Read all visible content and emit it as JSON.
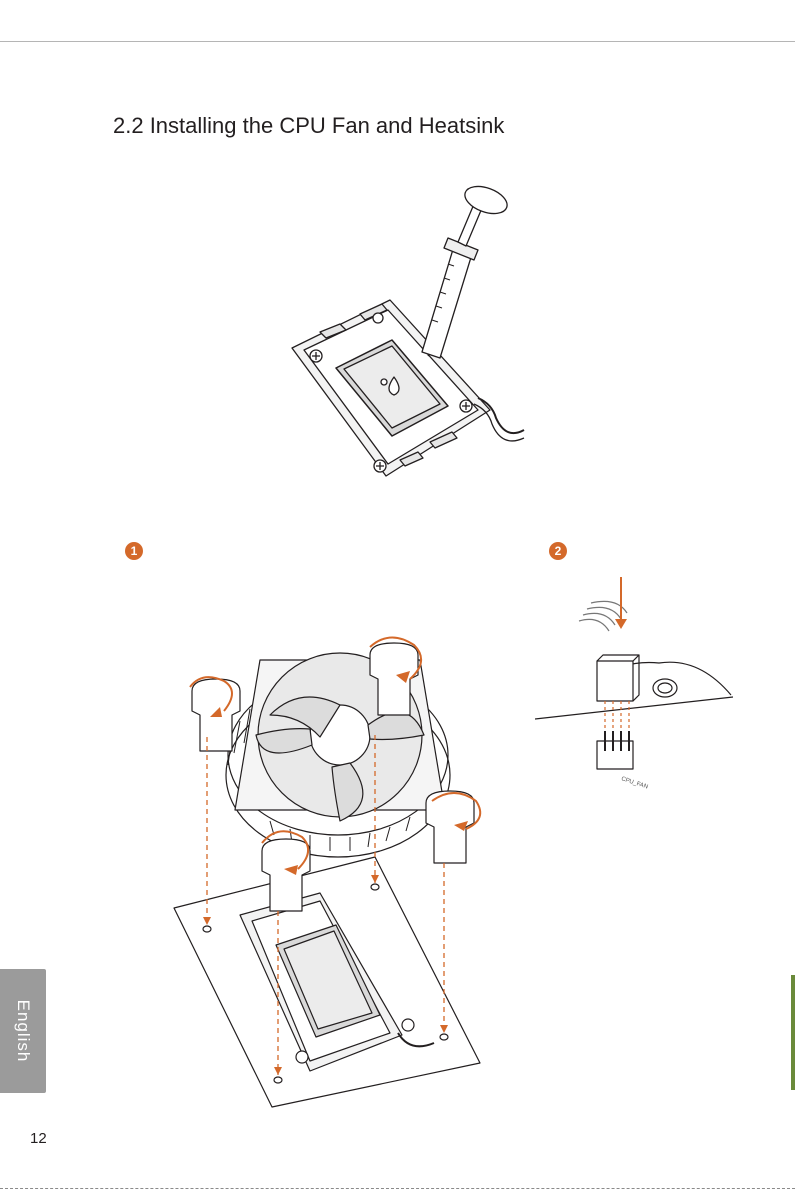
{
  "page": {
    "section_title": "2.2  Installing the CPU Fan and Heatsink",
    "page_number": "12",
    "language_tab": "English"
  },
  "steps": [
    {
      "label": "1"
    },
    {
      "label": "2"
    }
  ],
  "header_label": "CPU_FAN",
  "accent_color": "#d4692a",
  "tab_color": "#9b9b9b"
}
